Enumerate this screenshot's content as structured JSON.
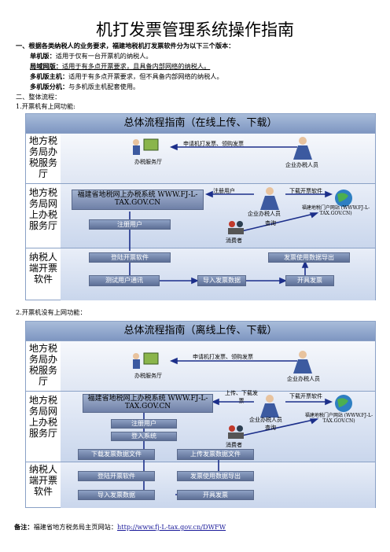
{
  "doc": {
    "title": "机打发票管理系统操作指南",
    "section1": "一、根据各类纳税人的业务要求，福建地税机打发票软件分为以下三个版本：",
    "items": [
      {
        "term": "单机版：",
        "desc": "适用于仅有一台开票机的纳税人。"
      },
      {
        "term": "局域网版：",
        "desc": "适用于有多点开票要求，且具备内部网络的纳税人。"
      },
      {
        "term": "多机版主机：",
        "desc": "适用于有多点开票要求，但不具备内部网络的纳税人。"
      },
      {
        "term": "多机版分机：",
        "desc": "与多机版主机配套使用。"
      }
    ],
    "section2": "二、整体流程：",
    "case1": "1.开票机有上网功能:",
    "case2": "2.开票机没有上网功能：",
    "footer_label": "备注：",
    "footer_text": "福建省地方税务局主页网站：",
    "footer_url": "http://www.fj-L-tax.gov.cn/DWFW"
  },
  "diagram1": {
    "title": "总体流程指南（在线上传、下载）",
    "lane1": "地方税务局办税服务厅",
    "lane2": "地方税务局网上办税服务厅",
    "lane3": "纳税人端开票软件",
    "office": "办税服务厅",
    "taxpayer": "企业办税人员",
    "apply": "申请机打发票、领购发票",
    "website_box": "福建省地税网上办税系统 WWW.FJ-L-TAX.GOV.CN",
    "register": "注册用户",
    "register_arrow": "注册用户",
    "download_sw": "下载开票软件",
    "portal": "福建地税门户网站 (WWW.FJ-L-TAX.GOV.CN)",
    "query": "查询",
    "consumer": "消费者",
    "login": "登陆开票软件",
    "test": "测试用户通讯",
    "import": "导入发票数据",
    "invoice": "开具发票",
    "upload": "发票使用数据导出"
  },
  "diagram2": {
    "title": "总体流程指南（离线上传、下载）",
    "lane1": "地方税务局办税服务厅",
    "lane2": "地方税务局网上办税服务厅",
    "lane3": "纳税人端开票软件",
    "office": "办税服务厅",
    "taxpayer": "企业办税人员",
    "apply": "申请机打发票、领购发票",
    "website_box": "福建省地税网上办税系统 WWW.FJ-L-TAX.GOV.CN",
    "updown": "上传、下载发票",
    "download_sw": "下载开票软件",
    "portal": "福建地税门户网站 (WWW.FJ-L-TAX.GOV.CN)",
    "query": "查询",
    "consumer": "消费者",
    "register": "注册用户",
    "loginsys": "登入系统",
    "dl_file": "下载发票数据文件",
    "ul_file": "上传发票数据文件",
    "login": "登陆开票软件",
    "export": "发票使用数据导出",
    "import": "导入发票数据",
    "invoice": "开具发票"
  }
}
